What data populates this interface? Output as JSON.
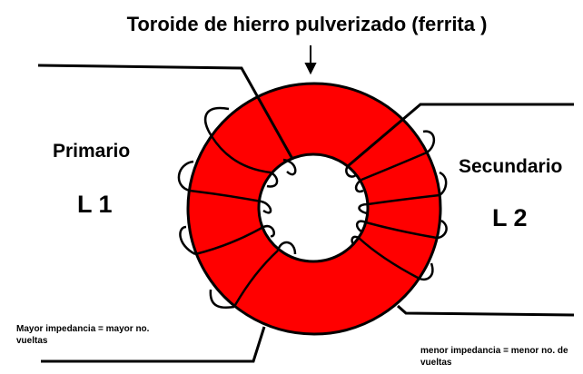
{
  "title": "Toroide de hierro pulverizado (ferrita )",
  "primary": {
    "label": "Primario",
    "coil": "L 1",
    "note": "Mayor impedancia = mayor no. vueltas"
  },
  "secondary": {
    "label": "Secundario",
    "coil": "L 2",
    "note": "menor impedancia = menor no. de vueltas"
  },
  "colors": {
    "core": "#ff0000",
    "wire": "#000000"
  }
}
